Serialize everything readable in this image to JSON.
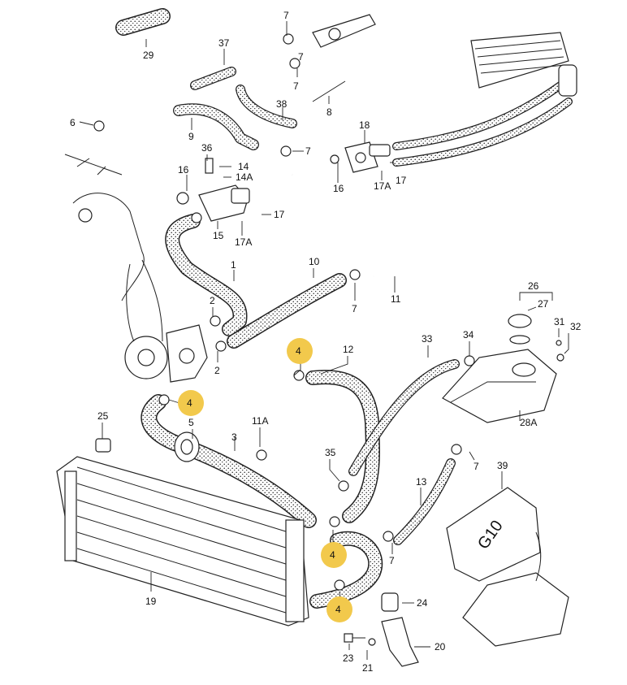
{
  "diagram": {
    "highlight_color": "#f2c94c",
    "line_color": "#222222",
    "labels": [
      {
        "id": "l29",
        "text": "29"
      },
      {
        "id": "l7a",
        "text": "7"
      },
      {
        "id": "l37",
        "text": "37"
      },
      {
        "id": "l7b",
        "text": "7"
      },
      {
        "id": "l7c",
        "text": "7"
      },
      {
        "id": "l8",
        "text": "8"
      },
      {
        "id": "l6",
        "text": "6"
      },
      {
        "id": "l38",
        "text": "38"
      },
      {
        "id": "l9",
        "text": "9"
      },
      {
        "id": "l18",
        "text": "18"
      },
      {
        "id": "l7d",
        "text": "7"
      },
      {
        "id": "l36",
        "text": "36"
      },
      {
        "id": "l14",
        "text": "14"
      },
      {
        "id": "l14a",
        "text": "14A"
      },
      {
        "id": "l16a",
        "text": "16"
      },
      {
        "id": "l16b",
        "text": "16"
      },
      {
        "id": "l17a_1",
        "text": "17A"
      },
      {
        "id": "l17_1",
        "text": "17"
      },
      {
        "id": "l17_2",
        "text": "17"
      },
      {
        "id": "l15",
        "text": "15"
      },
      {
        "id": "l17a_2",
        "text": "17A"
      },
      {
        "id": "l1",
        "text": "1"
      },
      {
        "id": "l10",
        "text": "10"
      },
      {
        "id": "l11",
        "text": "11"
      },
      {
        "id": "l7e",
        "text": "7"
      },
      {
        "id": "l2a",
        "text": "2"
      },
      {
        "id": "l2b",
        "text": "2"
      },
      {
        "id": "l26",
        "text": "26"
      },
      {
        "id": "l27",
        "text": "27"
      },
      {
        "id": "l31",
        "text": "31"
      },
      {
        "id": "l32",
        "text": "32"
      },
      {
        "id": "l33",
        "text": "33"
      },
      {
        "id": "l34",
        "text": "34"
      },
      {
        "id": "l12",
        "text": "12"
      },
      {
        "id": "l28a",
        "text": "28A"
      },
      {
        "id": "l25",
        "text": "25"
      },
      {
        "id": "l5",
        "text": "5"
      },
      {
        "id": "l3",
        "text": "3"
      },
      {
        "id": "l11a",
        "text": "11A"
      },
      {
        "id": "l35",
        "text": "35"
      },
      {
        "id": "l7f",
        "text": "7"
      },
      {
        "id": "l13",
        "text": "13"
      },
      {
        "id": "l39",
        "text": "39"
      },
      {
        "id": "l7g",
        "text": "7"
      },
      {
        "id": "l19",
        "text": "19"
      },
      {
        "id": "l24",
        "text": "24"
      },
      {
        "id": "l20",
        "text": "20"
      },
      {
        "id": "l23",
        "text": "23"
      },
      {
        "id": "l21",
        "text": "21"
      }
    ],
    "highlighted": [
      {
        "id": "h1",
        "text": "4"
      },
      {
        "id": "h2",
        "text": "4"
      },
      {
        "id": "h3",
        "text": "4"
      },
      {
        "id": "h4",
        "text": "4"
      }
    ],
    "tank_marking": "G10"
  }
}
